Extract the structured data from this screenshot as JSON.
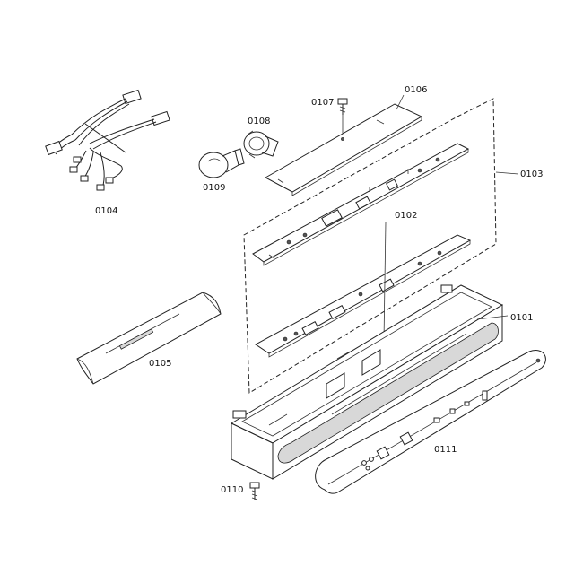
{
  "diagram": {
    "labels": {
      "p0101": "0101",
      "p0102": "0102",
      "p0103": "0103",
      "p0104": "0104",
      "p0105": "0105",
      "p0106": "0106",
      "p0107": "0107",
      "p0108": "0108",
      "p0109": "0109",
      "p0110": "0110",
      "p0111": "0111"
    }
  }
}
